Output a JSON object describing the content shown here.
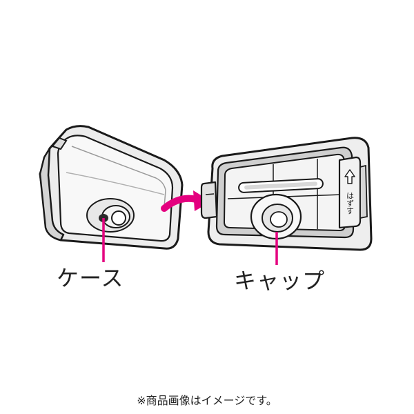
{
  "labels": {
    "case": "ケース",
    "cap": "キャップ",
    "release_tab": "はずす"
  },
  "disclaimer": "※商品画像はイメージです。",
  "colors": {
    "outline": "#1a1a1a",
    "body_light": "#f6f6f6",
    "body_mid": "#e4e4e4",
    "body_dark": "#bdbdbd",
    "accent_pink": "#e4007f"
  },
  "icons": {
    "arrow": "curved-arrow-right",
    "tab_arrow": "up-arrow-outline"
  }
}
